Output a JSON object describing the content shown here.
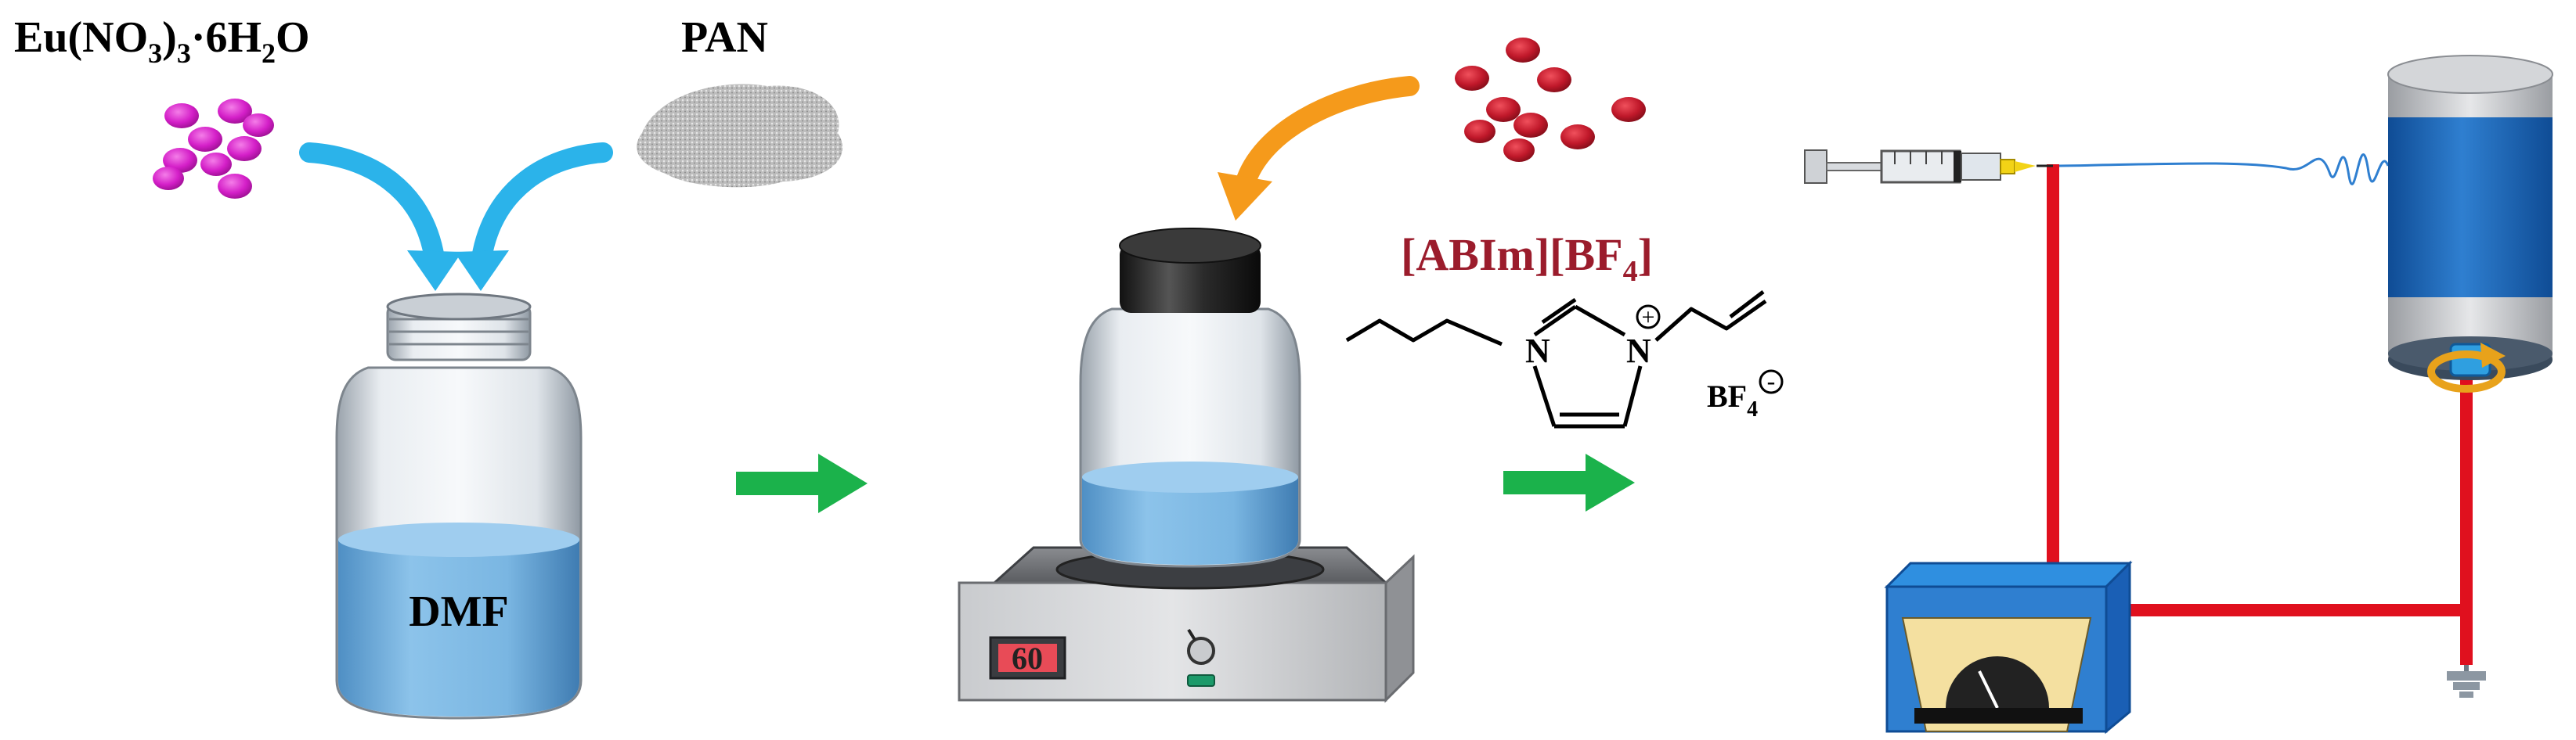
{
  "labels": {
    "eu_base": "Eu(NO",
    "eu_sub3a": "3",
    "eu_close": ")",
    "eu_sub3b": "3",
    "eu_dot": "·6H",
    "eu_sub2": "2",
    "eu_o": "O",
    "pan": "PAN",
    "dmf": "DMF",
    "il_part1": "[ABIm][BF",
    "il_sub4": "4",
    "il_part2": "]",
    "n1": "N",
    "n2": "N",
    "plus": "+",
    "bf": "BF",
    "bf_sub4": "4",
    "minus": "-",
    "display": "60"
  },
  "colors": {
    "blue_arrow": "#2bb3ea",
    "orange_arrow": "#f59a1b",
    "green_arrow": "#1bb24b",
    "magenta": "#d41fc8",
    "red_particle": "#c0182a",
    "il_text": "#9b1c2c",
    "wire": "#e0101e",
    "drum_blue": "#1e66b8",
    "liquid": "#6aaedb"
  }
}
